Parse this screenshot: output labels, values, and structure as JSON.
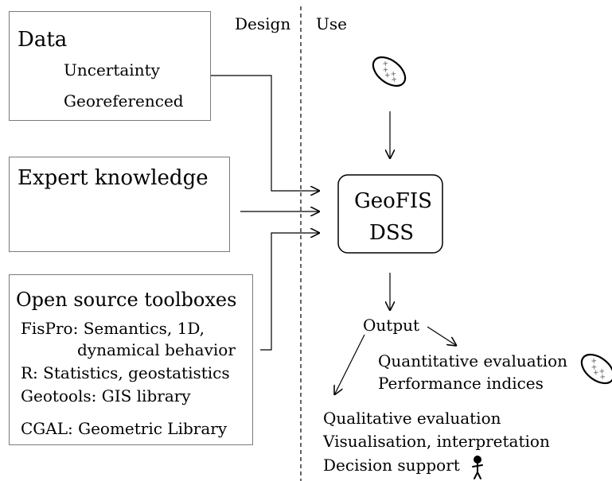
{
  "phases": {
    "design": "Design",
    "use": "Use"
  },
  "data_box": {
    "title": "Data",
    "items": [
      "Uncertainty",
      "Georeferenced"
    ]
  },
  "expert_box": {
    "title": "Expert knowledge"
  },
  "toolbox_box": {
    "title": "Open source toolboxes",
    "lines": [
      "FisPro: Semantics, 1D,",
      "dynamical behavior",
      "R:  Statistics, geostatistics",
      "Geotools:  GIS library",
      "CGAL:  Geometric Library"
    ]
  },
  "core": {
    "line1": "GeoFIS",
    "line2": "DSS"
  },
  "output": {
    "label": "Output",
    "quantitative": [
      "Quantitative evaluation",
      "Performance indices"
    ],
    "qualitative": [
      "Qualitative evaluation",
      "Visualisation, interpretation",
      "Decision support"
    ]
  },
  "icons": [
    "data-ellipse-icon",
    "person-icon"
  ]
}
